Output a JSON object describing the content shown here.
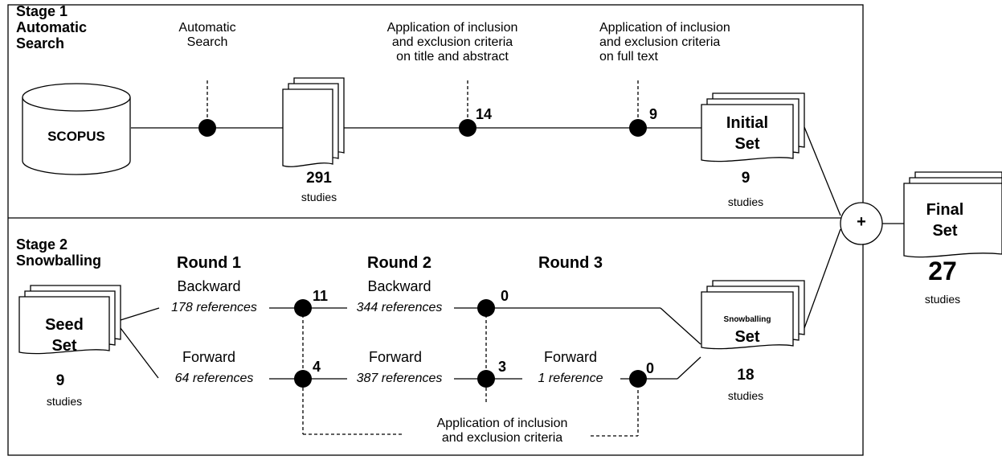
{
  "stage1": {
    "title_line1": "Stage 1",
    "title_line2": "Automatic",
    "title_line3": "Search",
    "database": "SCOPUS",
    "step1_line1": "Automatic",
    "step1_line2": "Search",
    "step2_line1": "Application of inclusion",
    "step2_line2": "and exclusion criteria",
    "step2_line3": "on title and abstract",
    "step3_line1": "Application of inclusion",
    "step3_line2": "and exclusion criteria",
    "step3_line3": "on full text",
    "found_count": "291",
    "found_unit": "studies",
    "after_title_abstract": "14",
    "after_full_text": "9",
    "initial_set_line1": "Initial",
    "initial_set_line2": "Set",
    "initial_count": "9",
    "initial_unit": "studies"
  },
  "stage2": {
    "title_line1": "Stage 2",
    "title_line2": "Snowballing",
    "seed_set_line1": "Seed",
    "seed_set_line2": "Set",
    "seed_count": "9",
    "seed_unit": "studies",
    "round1": {
      "title": "Round 1",
      "backward_label": "Backward",
      "backward_refs": "178 references",
      "backward_result": "11",
      "forward_label": "Forward",
      "forward_refs": "64 references",
      "forward_result": "4"
    },
    "round2": {
      "title": "Round 2",
      "backward_label": "Backward",
      "backward_refs": "344 references",
      "backward_result": "0",
      "forward_label": "Forward",
      "forward_refs": "387 references",
      "forward_result": "3"
    },
    "round3": {
      "title": "Round 3",
      "forward_label": "Forward",
      "forward_refs": "1 reference",
      "forward_result": "0"
    },
    "criteria_line1": "Application of inclusion",
    "criteria_line2": "and exclusion criteria",
    "snowballing_set_line1": "Snowballing",
    "snowballing_set_line2": "Set",
    "snowballing_count": "18",
    "snowballing_unit": "studies"
  },
  "merge_symbol": "+",
  "final": {
    "set_line1": "Final",
    "set_line2": "Set",
    "count": "27",
    "unit": "studies"
  }
}
